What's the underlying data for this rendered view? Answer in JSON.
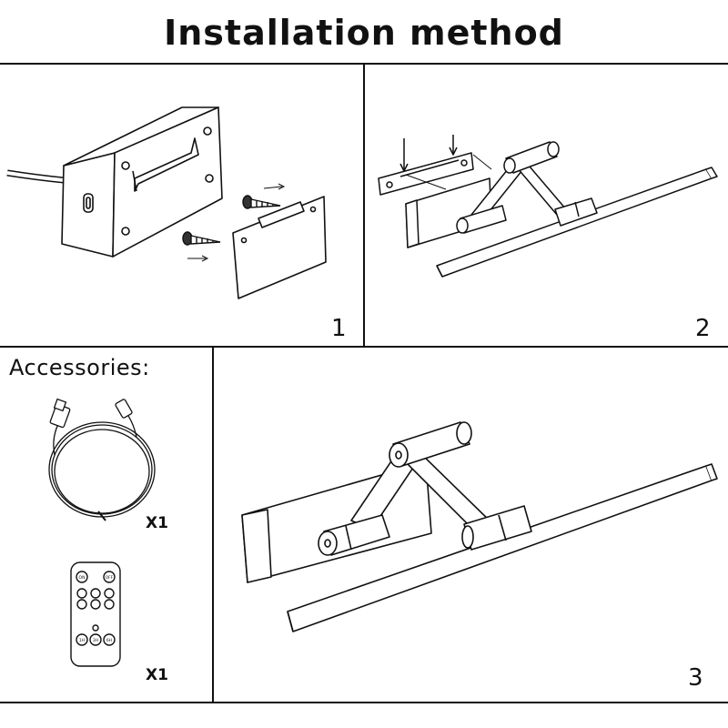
{
  "title": "Installation method",
  "steps": [
    {
      "number": "1"
    },
    {
      "number": "2"
    },
    {
      "number": "3"
    }
  ],
  "accessories": {
    "heading": "Accessories:",
    "items": [
      {
        "icon": "usb-cable-icon",
        "quantity": "X1"
      },
      {
        "icon": "remote-control-icon",
        "quantity": "X1"
      }
    ]
  },
  "remote": {
    "buttons": [
      "ON",
      "OFF",
      "1H",
      "3H",
      "6H"
    ]
  }
}
